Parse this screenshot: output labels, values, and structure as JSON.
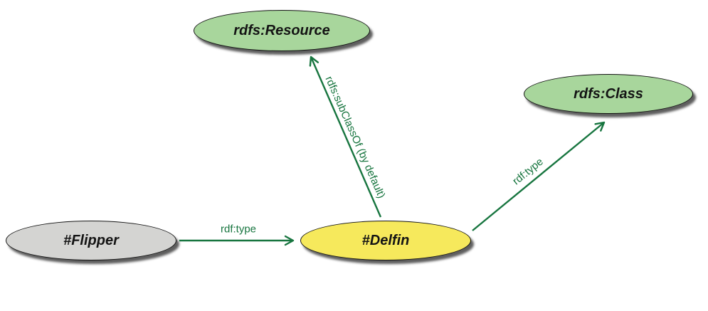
{
  "colors": {
    "node_green": "#a8d69c",
    "node_yellow": "#f6e95c",
    "node_gray": "#d4d4d2",
    "arrow_green": "#17753f",
    "node_border": "#141414",
    "node_text": "#141414",
    "background": "#ffffff"
  },
  "nodes": [
    {
      "id": "rdfs-resource",
      "label": "rdfs:Resource",
      "fill": "green"
    },
    {
      "id": "rdfs-class",
      "label": "rdfs:Class",
      "fill": "green"
    },
    {
      "id": "flipper",
      "label": "#Flipper",
      "fill": "gray"
    },
    {
      "id": "delfin",
      "label": "#Delfin",
      "fill": "yellow"
    }
  ],
  "edges": [
    {
      "id": "flipper-to-delfin",
      "label": "rdf:type",
      "from": "#Flipper",
      "to": "#Delfin"
    },
    {
      "id": "delfin-to-resource",
      "label": "rdfs:subClassOf (by default)",
      "from": "#Delfin",
      "to": "rdfs:Resource"
    },
    {
      "id": "delfin-to-class",
      "label": "rdf:type",
      "from": "#Delfin",
      "to": "rdfs:Class"
    }
  ]
}
